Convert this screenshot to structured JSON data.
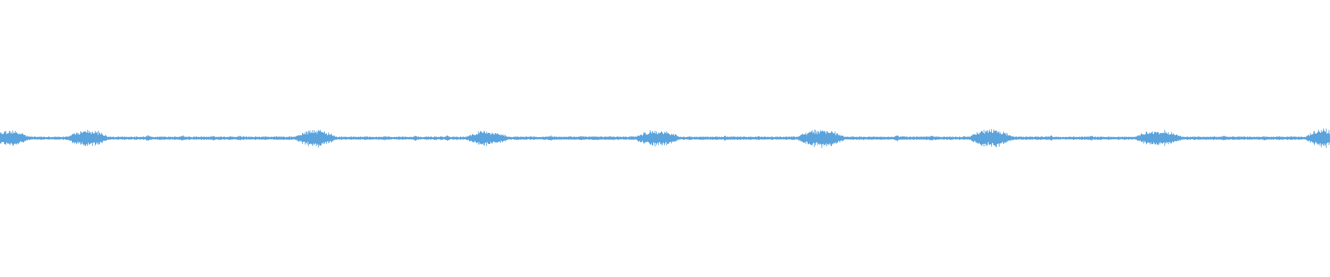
{
  "waveform": {
    "color": "#5ba3dc",
    "background": "#ffffff",
    "samples_per_pixel_resolution": "1px",
    "bursts": [
      {
        "center_fraction": 0.008,
        "width_fraction": 0.03,
        "peak_level": 0.46
      },
      {
        "center_fraction": 0.066,
        "width_fraction": 0.034,
        "peak_level": 0.5
      },
      {
        "center_fraction": 0.237,
        "width_fraction": 0.034,
        "peak_level": 0.5
      },
      {
        "center_fraction": 0.366,
        "width_fraction": 0.036,
        "peak_level": 0.44
      },
      {
        "center_fraction": 0.494,
        "width_fraction": 0.038,
        "peak_level": 0.46
      },
      {
        "center_fraction": 0.617,
        "width_fraction": 0.04,
        "peak_level": 0.52
      },
      {
        "center_fraction": 0.745,
        "width_fraction": 0.038,
        "peak_level": 0.5
      },
      {
        "center_fraction": 0.871,
        "width_fraction": 0.04,
        "peak_level": 0.46
      },
      {
        "center_fraction": 0.995,
        "width_fraction": 0.03,
        "peak_level": 0.52
      }
    ],
    "baseline_noise_level": 0.1,
    "minor_ripples": [
      {
        "center_fraction": 0.111,
        "peak_level": 0.22
      },
      {
        "center_fraction": 0.137,
        "peak_level": 0.18
      },
      {
        "center_fraction": 0.16,
        "peak_level": 0.16
      },
      {
        "center_fraction": 0.18,
        "peak_level": 0.16
      },
      {
        "center_fraction": 0.2,
        "peak_level": 0.14
      },
      {
        "center_fraction": 0.289,
        "peak_level": 0.16
      },
      {
        "center_fraction": 0.312,
        "peak_level": 0.18
      },
      {
        "center_fraction": 0.336,
        "peak_level": 0.2
      },
      {
        "center_fraction": 0.414,
        "peak_level": 0.18
      },
      {
        "center_fraction": 0.437,
        "peak_level": 0.16
      },
      {
        "center_fraction": 0.46,
        "peak_level": 0.14
      },
      {
        "center_fraction": 0.545,
        "peak_level": 0.16
      },
      {
        "center_fraction": 0.57,
        "peak_level": 0.14
      },
      {
        "center_fraction": 0.674,
        "peak_level": 0.2
      },
      {
        "center_fraction": 0.7,
        "peak_level": 0.18
      },
      {
        "center_fraction": 0.79,
        "peak_level": 0.18
      },
      {
        "center_fraction": 0.82,
        "peak_level": 0.16
      },
      {
        "center_fraction": 0.92,
        "peak_level": 0.16
      },
      {
        "center_fraction": 0.95,
        "peak_level": 0.14
      }
    ]
  }
}
